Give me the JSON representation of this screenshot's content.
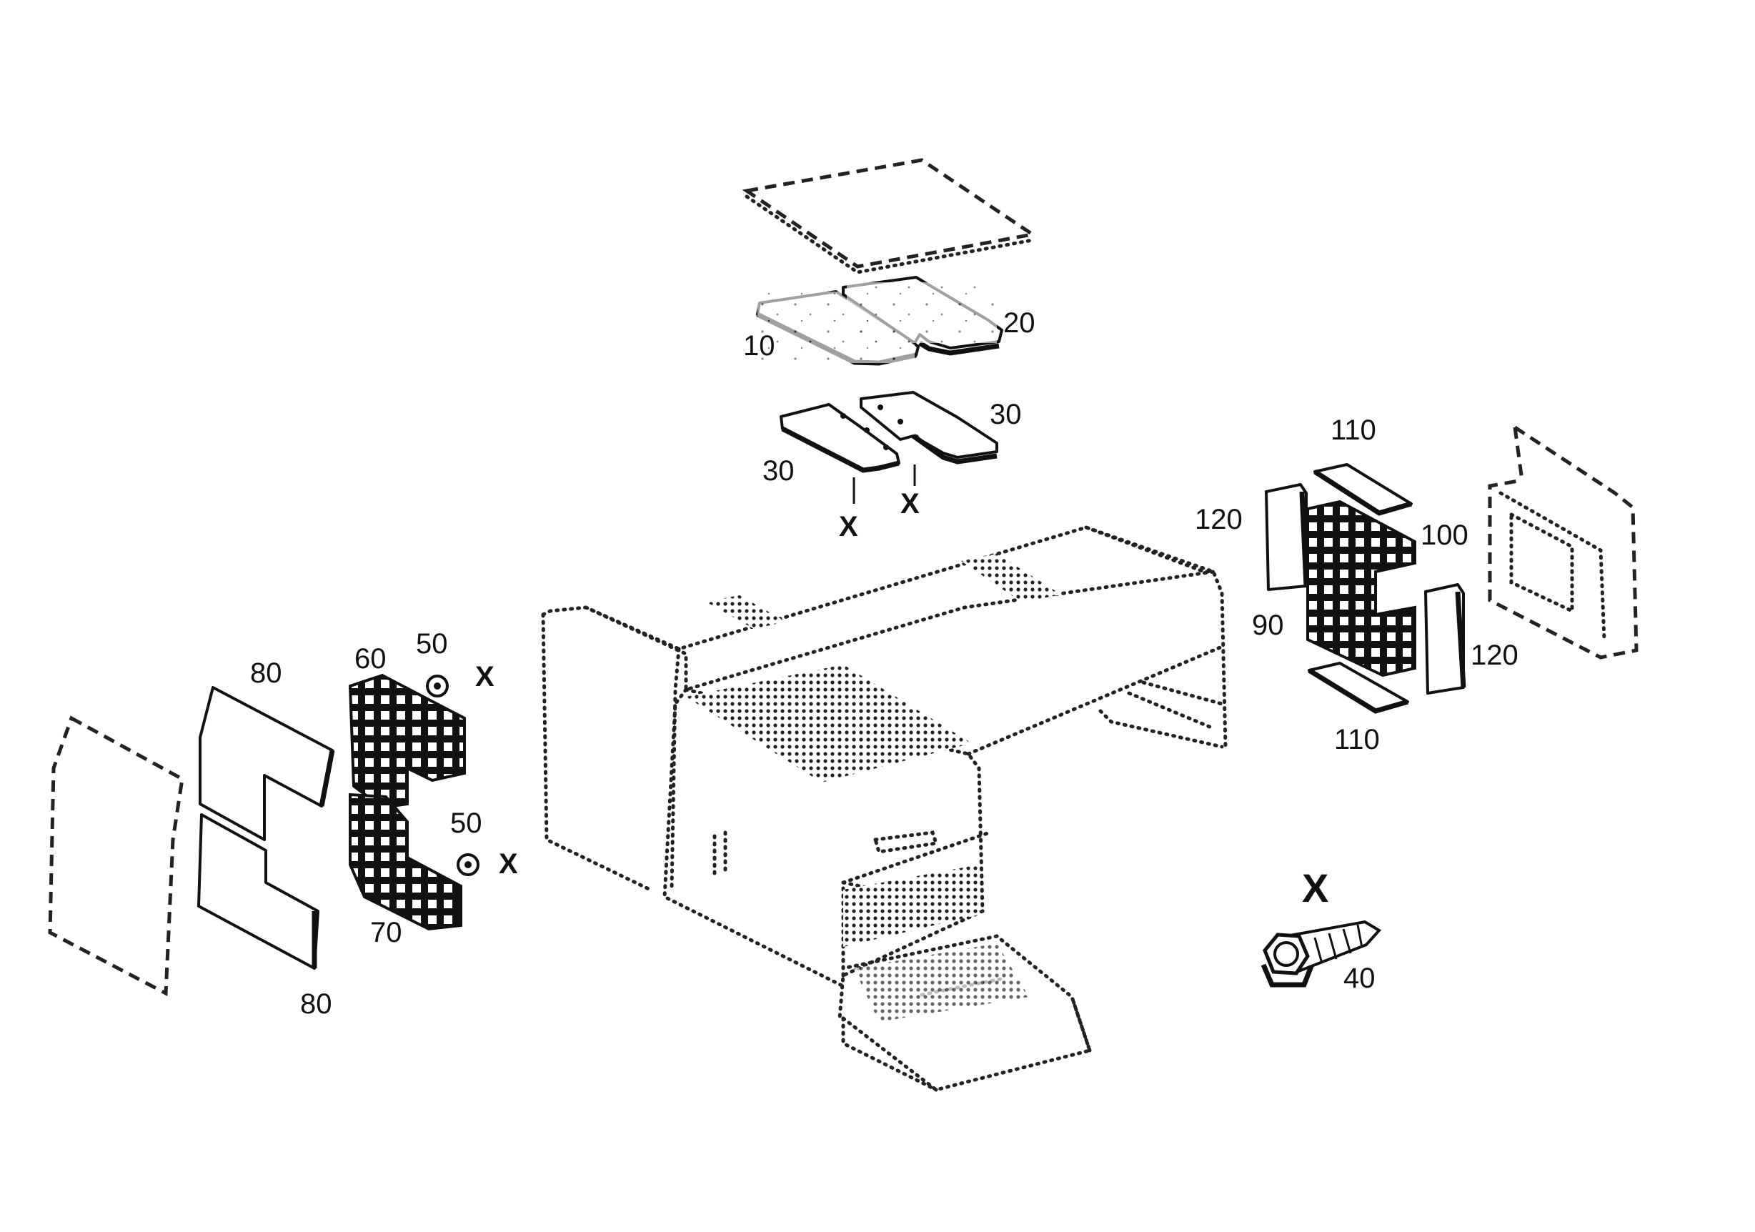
{
  "diagram": {
    "callouts": [
      {
        "id": "c10",
        "text": "10"
      },
      {
        "id": "c20",
        "text": "20"
      },
      {
        "id": "c30a",
        "text": "30"
      },
      {
        "id": "c30b",
        "text": "30"
      },
      {
        "id": "cxa",
        "text": "X"
      },
      {
        "id": "cxb",
        "text": "X"
      },
      {
        "id": "c110a",
        "text": "110"
      },
      {
        "id": "c110b",
        "text": "110"
      },
      {
        "id": "c120a",
        "text": "120"
      },
      {
        "id": "c120b",
        "text": "120"
      },
      {
        "id": "c100",
        "text": "100"
      },
      {
        "id": "c90",
        "text": "90"
      },
      {
        "id": "c80a",
        "text": "80"
      },
      {
        "id": "c80b",
        "text": "80"
      },
      {
        "id": "c60",
        "text": "60"
      },
      {
        "id": "c50a",
        "text": "50"
      },
      {
        "id": "c50b",
        "text": "50"
      },
      {
        "id": "c70",
        "text": "70"
      },
      {
        "id": "cxc",
        "text": "X"
      },
      {
        "id": "cxd",
        "text": "X"
      },
      {
        "id": "cxe",
        "text": "X"
      },
      {
        "id": "c40",
        "text": "40"
      }
    ]
  }
}
